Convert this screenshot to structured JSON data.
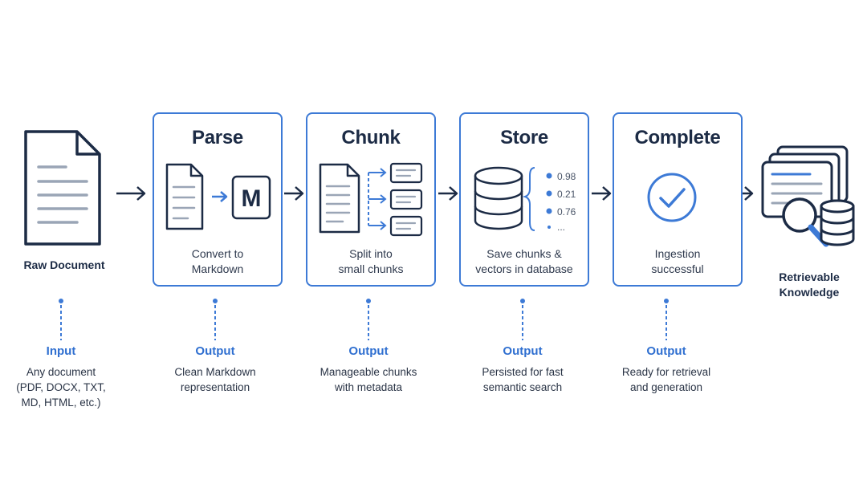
{
  "colors": {
    "accent": "#3d7ad6",
    "ink": "#1c2b45",
    "output_label": "#2f6fd0"
  },
  "start": {
    "label": "Raw Document",
    "icon": "document-icon"
  },
  "end": {
    "label_lines": [
      "Retrievable",
      "Knowledge"
    ],
    "icon": "knowledge-search-icon"
  },
  "stages": [
    {
      "title": "Parse",
      "desc_lines": [
        "Convert to",
        "Markdown"
      ],
      "icon": "document-to-markdown-icon",
      "markdown_letter": "M"
    },
    {
      "title": "Chunk",
      "desc_lines": [
        "Split into",
        "small chunks"
      ],
      "icon": "document-split-icon"
    },
    {
      "title": "Store",
      "desc_lines": [
        "Save chunks &",
        "vectors in database"
      ],
      "icon": "database-icon",
      "vector_values": [
        "0.98",
        "0.21",
        "0.76",
        "..."
      ]
    },
    {
      "title": "Complete",
      "desc_lines": [
        "Ingestion",
        "successful"
      ],
      "icon": "check-circle-icon"
    }
  ],
  "io": [
    {
      "title": "Input",
      "desc_lines": [
        "Any document",
        "(PDF, DOCX, TXT,",
        "MD, HTML, etc.)"
      ]
    },
    {
      "title": "Output",
      "desc_lines": [
        "Clean Markdown",
        "representation"
      ]
    },
    {
      "title": "Output",
      "desc_lines": [
        "Manageable chunks",
        "with metadata"
      ]
    },
    {
      "title": "Output",
      "desc_lines": [
        "Persisted for fast",
        "semantic search"
      ]
    },
    {
      "title": "Output",
      "desc_lines": [
        "Ready for retrieval",
        "and generation"
      ]
    }
  ]
}
